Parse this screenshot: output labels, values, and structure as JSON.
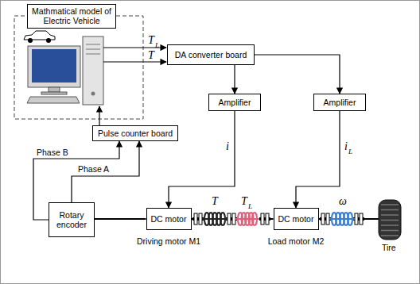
{
  "diagram": {
    "nodes": [
      {
        "text": [
          "Mathmatical model of Electric Vehicle"
        ]
      },
      {
        "text": [
          "DA converter board"
        ]
      },
      {
        "text": [
          "Pulse counter board"
        ]
      },
      {
        "text": [
          "Amplifier"
        ]
      },
      {
        "text": [
          "Amplifier"
        ]
      },
      {
        "text": [
          "Rotary encoder"
        ]
      },
      {
        "text": [
          "DC motor"
        ]
      },
      {
        "text": [
          "DC motor"
        ]
      }
    ],
    "edges": [
      {
        "from": 1,
        "to": 3,
        "arrow": "to"
      },
      {
        "from": 1,
        "to": 4,
        "arrow": "to"
      },
      {
        "from": 3,
        "to": 6,
        "arrow": "to"
      },
      {
        "from": 4,
        "to": 7,
        "arrow": "to"
      },
      {
        "from": 5,
        "to": 2,
        "arrow": "to"
      },
      {
        "from": 5,
        "to": 2,
        "arrow": "to"
      },
      {
        "from": 5,
        "to": 6,
        "arrow": "none"
      },
      {
        "from": 6,
        "to": 7,
        "arrow": "none"
      }
    ],
    "labels": [
      "T",
      "L",
      "T",
      "Phase B",
      "Phase A",
      "i",
      "i",
      "L",
      "T",
      "T",
      "L",
      "ω",
      "Driving motor M1",
      "Load motor M2",
      "Tire"
    ]
  }
}
